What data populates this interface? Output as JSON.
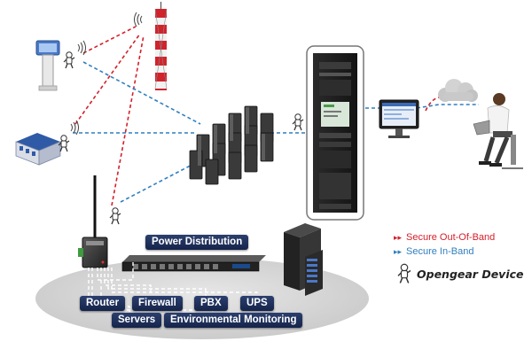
{
  "colors": {
    "out_of_band": "#d4202a",
    "in_band": "#2f7fc0",
    "label_bg": "#1d2e58",
    "ellipse": "#d6d6d6"
  },
  "labels": {
    "power_distribution": "Power Distribution",
    "router": "Router",
    "firewall": "Firewall",
    "pbx": "PBX",
    "ups": "UPS",
    "servers": "Servers",
    "environmental_monitoring": "Environmental Monitoring"
  },
  "legend": {
    "out_of_band": "Secure Out-Of-Band",
    "in_band": "Secure In-Band",
    "device": "Opengear Device",
    "arrow_glyph": "▸▸"
  },
  "icons": [
    "kiosk-icon",
    "cell-tower-icon",
    "building-icon",
    "cellular-router-icon",
    "server-cluster-icon",
    "rack-cabinet-icon",
    "monitor-icon",
    "cloud-icon",
    "person-laptop-icon",
    "power-distribution-unit-icon",
    "server-rack-icon",
    "opengear-device-icon"
  ]
}
